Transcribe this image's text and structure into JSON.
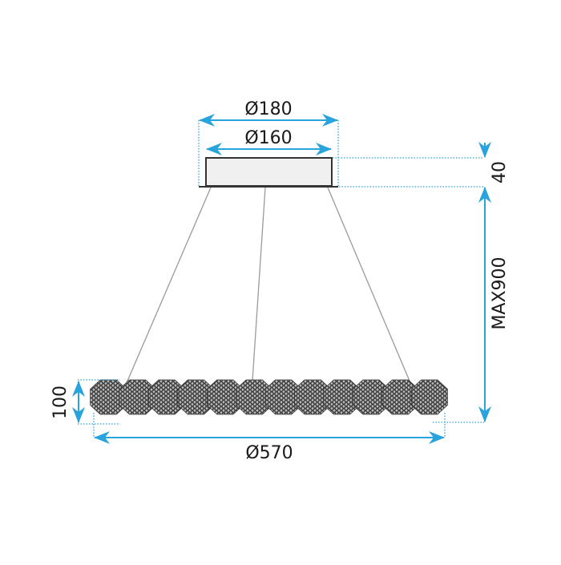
{
  "diagram": {
    "type": "pendant-lamp-dimension-drawing",
    "colors": {
      "dimension": "#29a3dc",
      "outline": "#333333",
      "cable": "#9a9a9a",
      "canopy_fill": "#f0f0f0",
      "text": "#1a1a1a"
    },
    "dimensions": {
      "canopy_outer_diameter": "Ø180",
      "canopy_inner_diameter": "Ø160",
      "canopy_height": "40",
      "max_hanging_length": "MAX900",
      "ring_height": "100",
      "ring_diameter": "Ø570"
    },
    "components": {
      "canopy": "ceiling canopy",
      "cables": 3,
      "ring_segments": 12
    }
  }
}
